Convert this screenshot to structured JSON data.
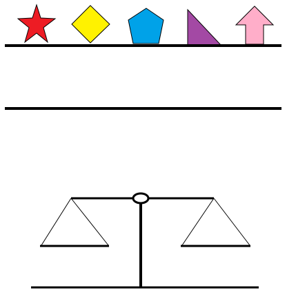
{
  "shapes": [
    {
      "id": "star",
      "kind": "star",
      "color": "#ed1c24",
      "icon": "star-icon"
    },
    {
      "id": "diamond",
      "kind": "diamond",
      "color": "#fff200",
      "icon": "diamond-icon"
    },
    {
      "id": "pentagon",
      "kind": "pentagon",
      "color": "#00a2e8",
      "icon": "pentagon-icon"
    },
    {
      "id": "triangle",
      "kind": "right-triangle",
      "color": "#a349a4",
      "icon": "triangle-icon"
    },
    {
      "id": "arrow",
      "kind": "up-arrow",
      "color": "#ffaec9",
      "icon": "arrow-up-icon"
    }
  ],
  "line_color": "#000000",
  "scale": {
    "icon": "balance-scale-icon"
  }
}
